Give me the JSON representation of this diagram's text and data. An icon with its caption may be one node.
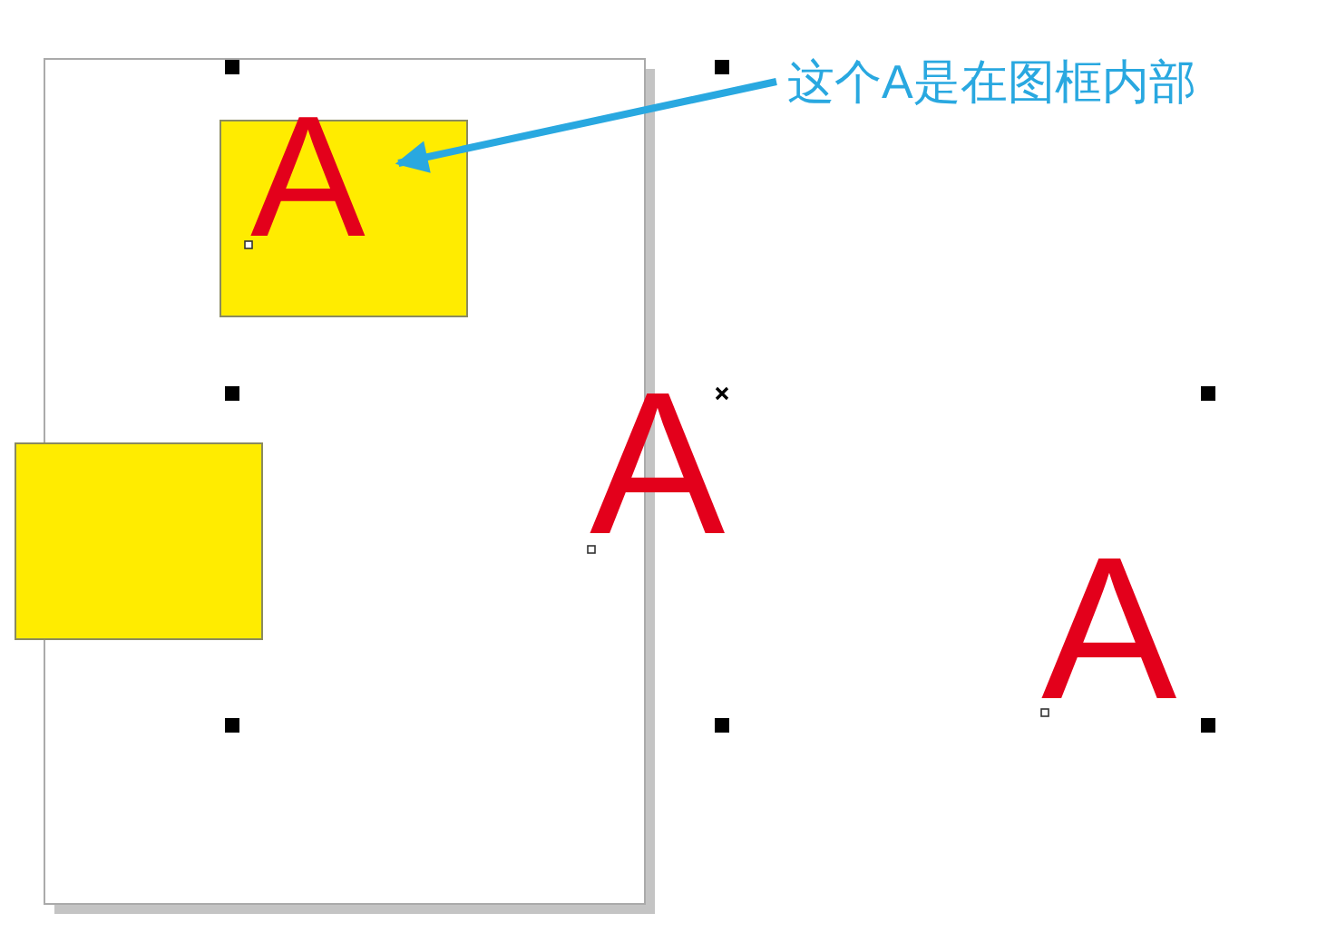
{
  "diagram": {
    "nodes": [
      {
        "text": [
          "A"
        ]
      },
      {
        "text": [
          "这个A是在图框内部"
        ]
      },
      {
        "text": [],
        "shape": "box"
      }
    ],
    "edges": [
      {
        "from": 1,
        "to": 0,
        "arrow": "to",
        "color": "#29a8e0"
      }
    ],
    "labels": [
      "A",
      "A"
    ]
  }
}
